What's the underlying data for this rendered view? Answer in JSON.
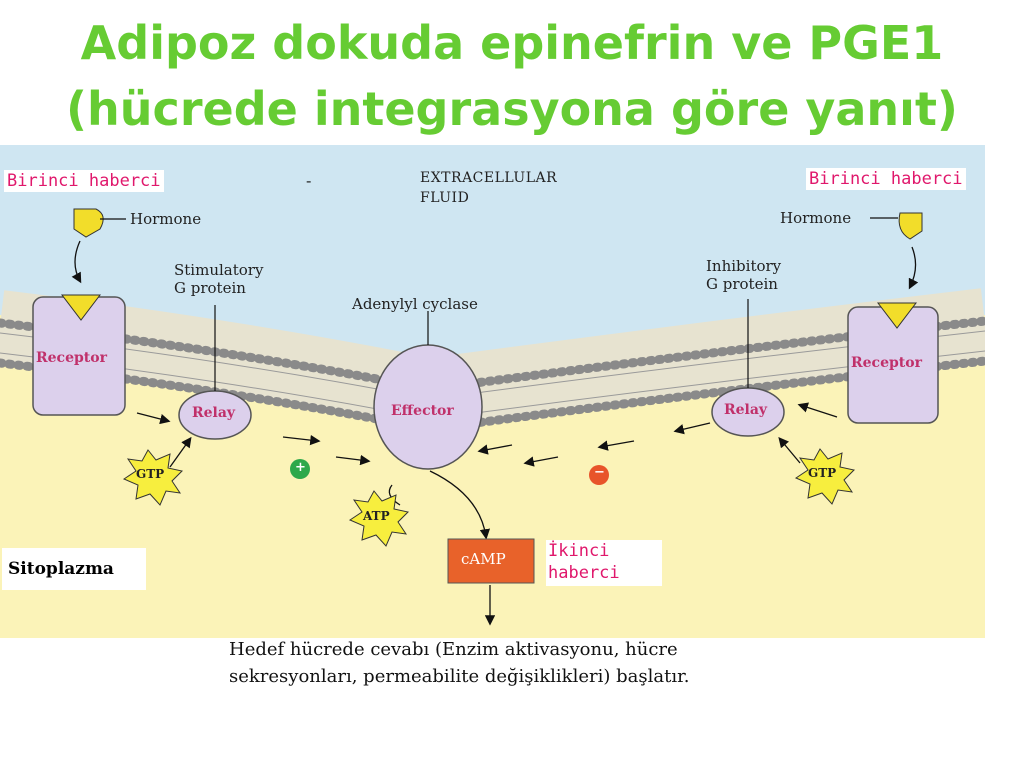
{
  "slide": {
    "title_line1": "Adipoz dokuda epinefrin ve PGE1",
    "title_line2": "(hücrede integrasyona göre yanıt)"
  },
  "diagram": {
    "first_messenger_left": "Birinci haberci",
    "first_messenger_right": "Birinci haberci",
    "hormone_left": "Hormone",
    "hormone_right": "Hormone",
    "extracellular_line1": "EXTRACELLULAR",
    "extracellular_line2": "FLUID",
    "minus_top": "-",
    "stimulatory_line1": "Stimulatory",
    "stimulatory_line2": "G protein",
    "inhibitory_line1": "Inhibitory",
    "inhibitory_line2": "G protein",
    "adenylyl_cyclase": "Adenylyl cyclase",
    "receptor_left": "Receptor",
    "receptor_right": "Receptor",
    "relay_left": "Relay",
    "relay_right": "Relay",
    "effector": "Effector",
    "gtp_left": "GTP",
    "gtp_right": "GTP",
    "atp": "ATP",
    "camp": "cAMP",
    "plus_sign": "+",
    "minus_sign": "−",
    "second_messenger_line1": "İkinci",
    "second_messenger_line2": "haberci",
    "cytoplasm": "Sitoplazma",
    "response_line1": "Hedef hücrede cevabı (Enzim aktivasyonu, hücre",
    "response_line2": "sekresyonları, permeabilite değişiklikleri) başlatır."
  },
  "colors": {
    "title": "#66cc33",
    "extracellular": "#cfe6f2",
    "cytoplasm": "#fbf3b8",
    "membrane_heads": "#8a8a8a",
    "protein": "#dcd0ec",
    "hormone": "#f2dd2a",
    "camp_box": "#e8622a",
    "label_pink": "#e0186c",
    "plus": "#2ea84a",
    "minus": "#e8542a"
  }
}
